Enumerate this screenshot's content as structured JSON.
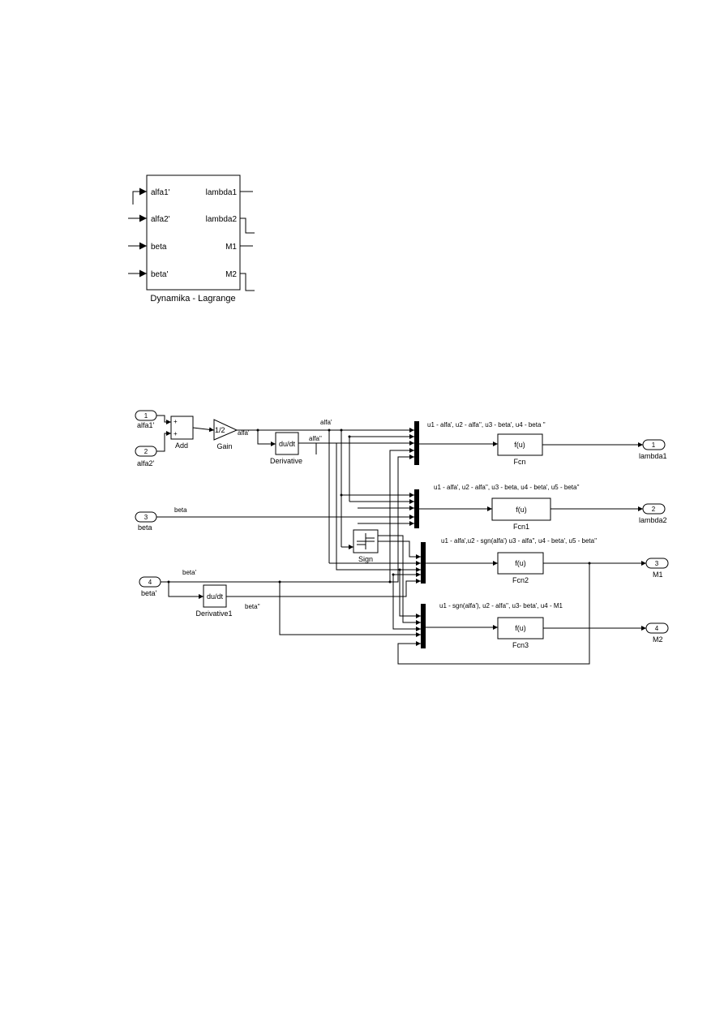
{
  "colors": {
    "line": "#000000",
    "background": "#ffffff"
  },
  "subsystem": {
    "name": "Dynamika - Lagrange",
    "inputs": [
      "alfa1'",
      "alfa2'",
      "beta",
      "beta'"
    ],
    "outputs": [
      "lambda1",
      "lambda2",
      "M1",
      "M2"
    ]
  },
  "inports": [
    {
      "num": "1",
      "label": "alfa1'"
    },
    {
      "num": "2",
      "label": "alfa2'"
    },
    {
      "num": "3",
      "label": "beta"
    },
    {
      "num": "4",
      "label": "beta'"
    }
  ],
  "outports": [
    {
      "num": "1",
      "label": "lambda1"
    },
    {
      "num": "2",
      "label": "lambda2"
    },
    {
      "num": "3",
      "label": "M1"
    },
    {
      "num": "4",
      "label": "M2"
    }
  ],
  "blocks": {
    "add": {
      "name": "Add",
      "signs": [
        "+",
        "+"
      ]
    },
    "gain": {
      "name": "Gain",
      "value": "1/2"
    },
    "derivative": {
      "name": "Derivative",
      "text": "du/dt"
    },
    "derivative1": {
      "name": "Derivative1",
      "text": "du/dt"
    },
    "sign": {
      "name": "Sign"
    },
    "fcn": [
      {
        "name": "Fcn",
        "text": "f(u)"
      },
      {
        "name": "Fcn1",
        "text": "f(u)"
      },
      {
        "name": "Fcn2",
        "text": "f(u)"
      },
      {
        "name": "Fcn3",
        "text": "f(u)"
      }
    ]
  },
  "signals": {
    "alfa_gain_out": "alfa'",
    "alfa_top": "alfa'",
    "alfa_dd": "alfa''",
    "beta": "beta",
    "beta_d": "beta'",
    "beta_dd": "beta''"
  },
  "annotations": [
    "u1 - alfa', u2 - alfa'', u3 - beta', u4 - beta ''",
    "u1 - alfa', u2 - alfa'', u3 - beta, u4 - beta', u5 - beta''",
    "u1 - alfa',u2 - sgn(alfa') u3 - alfa'', u4 - beta', u5 - beta''",
    "u1 - sgn(alfa'), u2 - alfa'', u3- beta', u4 - M1"
  ]
}
